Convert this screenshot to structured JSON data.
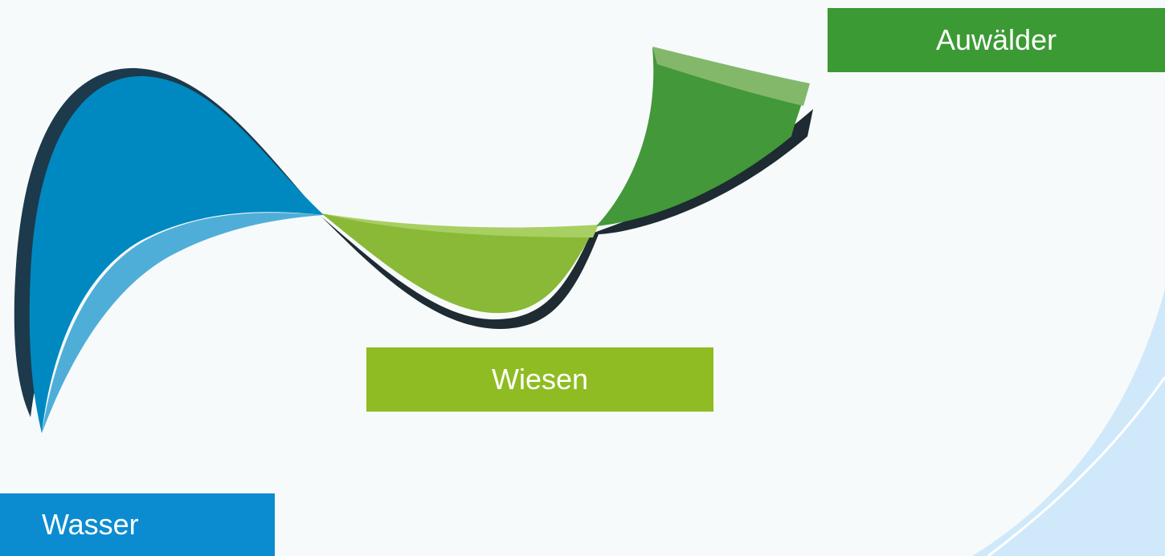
{
  "labels": {
    "auwaelder": "Auwälder",
    "wiesen": "Wiesen",
    "wasser": "Wasser"
  },
  "colors": {
    "wasser": "#0b8cd0",
    "wiesen": "#8fbc22",
    "auwaelder": "#3c9a35",
    "wave_blue": "#0089c0",
    "wave_blue_light": "#4faed8",
    "wave_green_light": "#8ab937",
    "wave_green_dark": "#43983a",
    "shadow": "#1e2b33",
    "corner_accent": "#cfe9fb"
  }
}
